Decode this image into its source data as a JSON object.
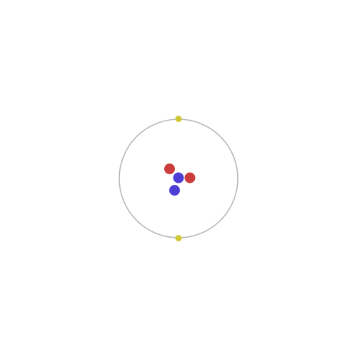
{
  "colors": {
    "background": "#ffffff",
    "orbit": "#b8b8b8",
    "electron": "#cfc834",
    "proton": "#cc3c3c",
    "neutron": "#4d3fd6"
  },
  "atom": {
    "protons": 2,
    "neutrons": 2,
    "electrons": 2,
    "shells": 1
  }
}
